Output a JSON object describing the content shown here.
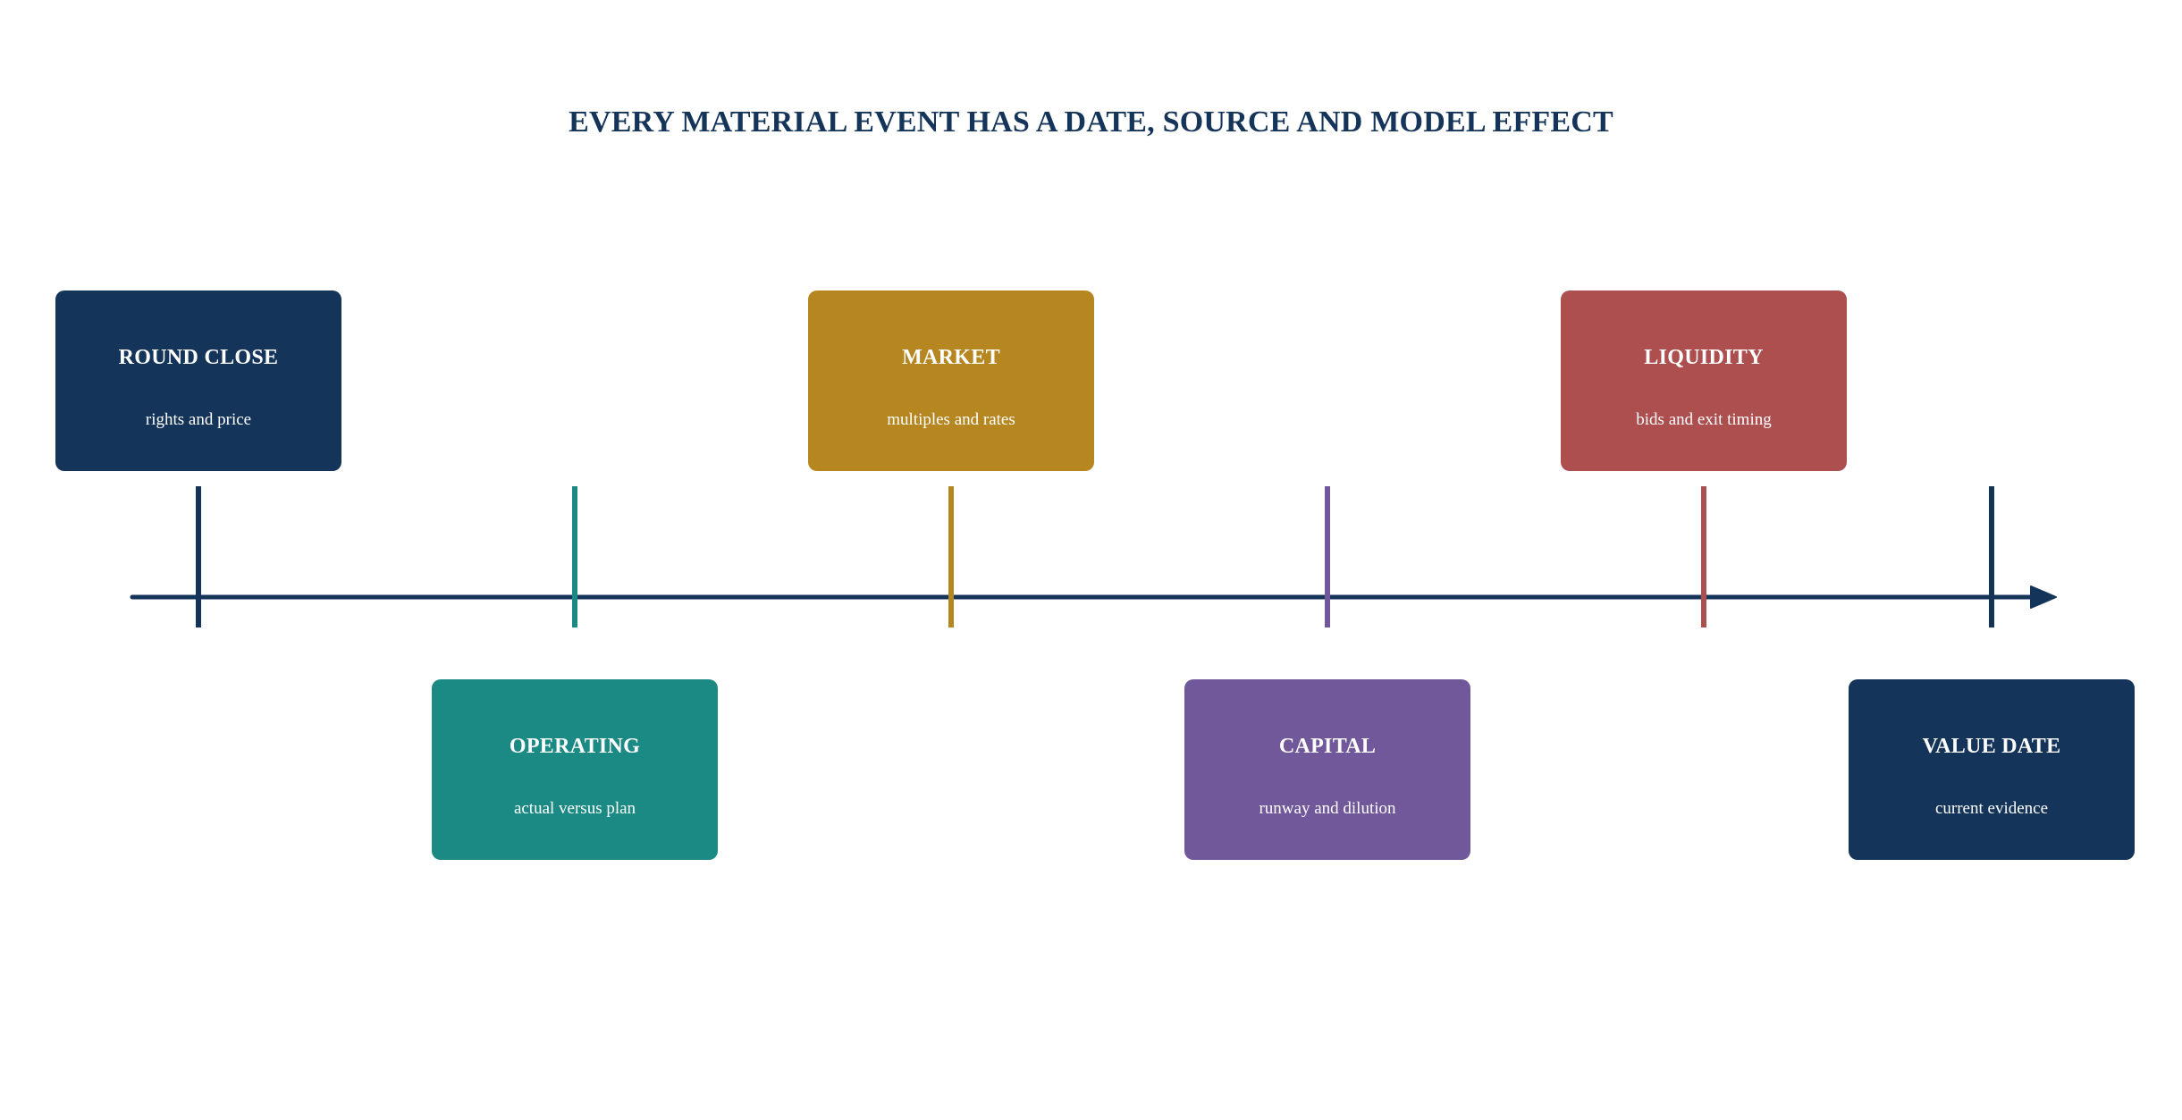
{
  "title": "EVERY MATERIAL EVENT HAS A DATE, SOURCE AND MODEL EFFECT",
  "axis_color": "#14345a",
  "events": [
    {
      "title": "ROUND CLOSE",
      "subtitle": "rights and price",
      "color": "#14345a",
      "position": "above"
    },
    {
      "title": "OPERATING",
      "subtitle": "actual versus plan",
      "color": "#1b8a84",
      "position": "below"
    },
    {
      "title": "MARKET",
      "subtitle": "multiples and rates",
      "color": "#b68621",
      "position": "above"
    },
    {
      "title": "CAPITAL",
      "subtitle": "runway and dilution",
      "color": "#70589b",
      "position": "below"
    },
    {
      "title": "LIQUIDITY",
      "subtitle": "bids and exit timing",
      "color": "#ad4e4f",
      "position": "above"
    },
    {
      "title": "VALUE DATE",
      "subtitle": "current evidence",
      "color": "#14345a",
      "position": "below"
    }
  ]
}
